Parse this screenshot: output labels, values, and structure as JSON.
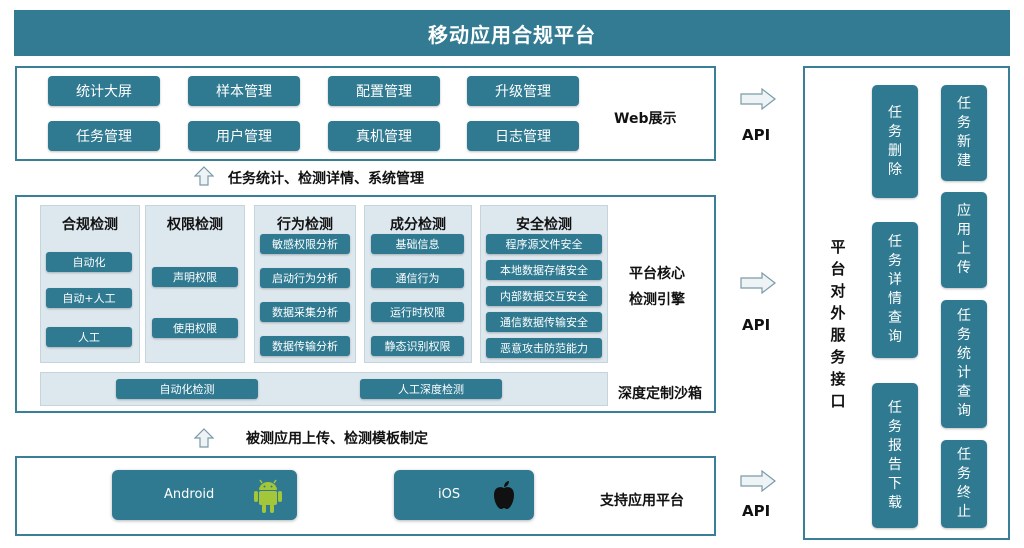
{
  "title": "移动应用合规平台",
  "web": {
    "label": "Web展示",
    "buttons": [
      "统计大屏",
      "样本管理",
      "配置管理",
      "升级管理",
      "任务管理",
      "用户管理",
      "真机管理",
      "日志管理"
    ]
  },
  "arrow1_label": "任务统计、检测详情、系统管理",
  "core": {
    "label_line1": "平台核心",
    "label_line2": "检测引擎",
    "panels": [
      {
        "title": "合规检测",
        "items": [
          "自动化",
          "自动+人工",
          "人工"
        ]
      },
      {
        "title": "权限检测",
        "items": [
          "声明权限",
          "使用权限"
        ]
      },
      {
        "title": "行为检测",
        "items": [
          "敏感权限分析",
          "启动行为分析",
          "数据采集分析",
          "数据传输分析"
        ]
      },
      {
        "title": "成分检测",
        "items": [
          "基础信息",
          "通信行为",
          "运行时权限",
          "静态识别权限"
        ]
      },
      {
        "title": "安全检测",
        "items": [
          "程序源文件安全",
          "本地数据存储安全",
          "内部数据交互安全",
          "通信数据传输安全",
          "恶意攻击防范能力"
        ]
      }
    ],
    "sandbox_label": "深度定制沙箱",
    "sandbox_items": [
      "自动化检测",
      "人工深度检测"
    ]
  },
  "arrow2_label": "被测应用上传、检测模板制定",
  "platform": {
    "label": "支持应用平台",
    "android": "Android",
    "ios": "iOS"
  },
  "api_label": "API",
  "service": {
    "title": "平台对外服务接口",
    "left_col": [
      "任务删除",
      "任务详情查询",
      "任务报告下载"
    ],
    "right_col": [
      "任务新建",
      "应用上传",
      "任务统计查询",
      "任务终止"
    ]
  },
  "colors": {
    "primary": "#2f7a91",
    "title_bg": "#327b93",
    "panel_bg": "#dde8ee"
  }
}
